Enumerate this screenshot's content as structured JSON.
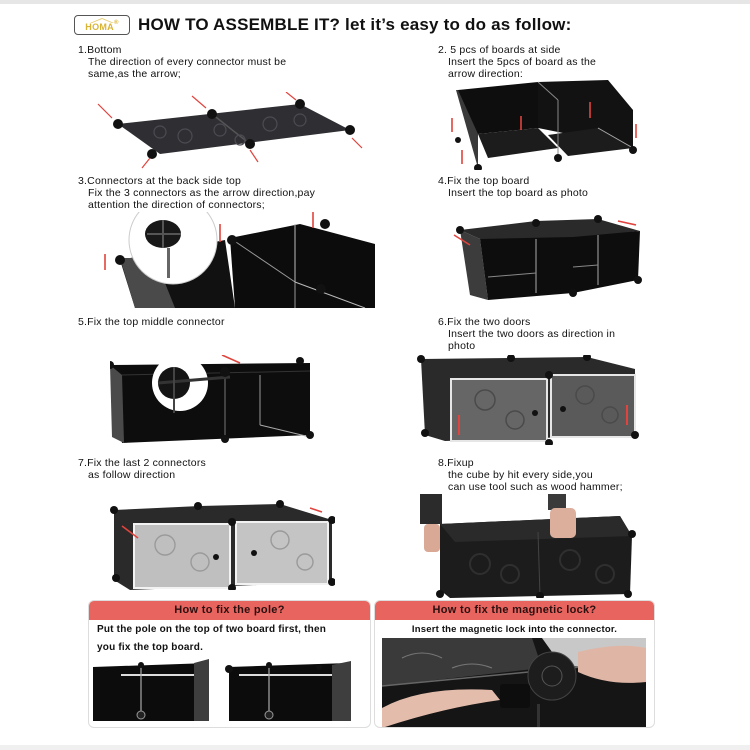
{
  "header": {
    "logo_text": "HOMA",
    "logo_mark": "®",
    "title": "HOW TO ASSEMBLE IT?  let it’s easy to do as follow:"
  },
  "steps": [
    {
      "head": "1.Bottom",
      "lines": [
        "The direction of every connector must be",
        "same,as the arrow;"
      ]
    },
    {
      "head": "2.  5 pcs  of boards at side",
      "lines": [
        "Insert the 5pcs of board as the",
        "arrow direction:"
      ]
    },
    {
      "head": "3.Connectors at the back side top",
      "lines": [
        "Fix the 3 connectors as the arrow direction,pay",
        "attention the direction of connectors;"
      ]
    },
    {
      "head": "4.Fix the top board",
      "lines": [
        "Insert the top board as photo"
      ]
    },
    {
      "head": "5.Fix the top middle connector",
      "lines": []
    },
    {
      "head": "6.Fix the two doors",
      "lines": [
        "Insert the two doors as direction in",
        "photo"
      ]
    },
    {
      "head": "7.Fix the last 2 connectors",
      "lines": [
        "as follow direction"
      ]
    },
    {
      "head": "8.Fixup",
      "lines": [
        "the cube by hit every side,you",
        "can use tool such as wood hammer;"
      ]
    }
  ],
  "panels": [
    {
      "title": "How to fix the pole?",
      "text": [
        "Put the pole on the top of two board first, then",
        "you fix the top board."
      ]
    },
    {
      "title": "How to fix the magnetic lock?",
      "text": [
        "Insert the magnetic lock into the connector."
      ]
    }
  ],
  "colors": {
    "accent_red": "#e8645f",
    "arrow_red": "#e0443e",
    "logo_gold": "#d9b434",
    "panel_black": "#151515"
  }
}
